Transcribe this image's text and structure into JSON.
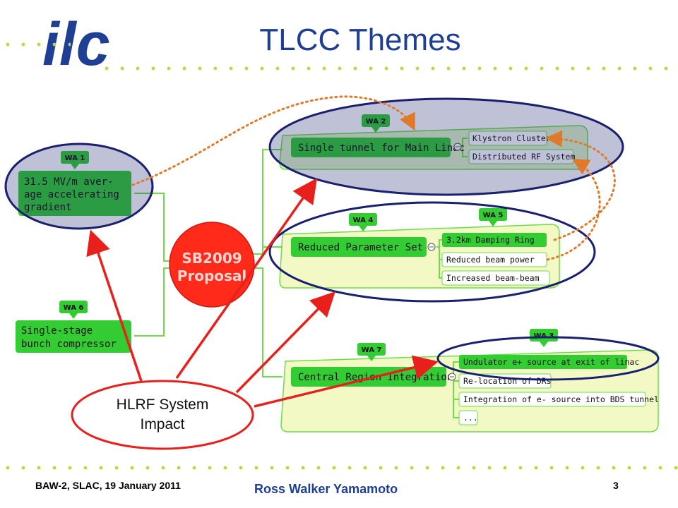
{
  "slide": {
    "title": "TLCC Themes",
    "logo_text": "ilc",
    "footer_left": "BAW-2, SLAC, 19 January 2011",
    "footer_center": "Ross Walker Yamamoto",
    "page_number": "3"
  },
  "center_node": {
    "line1": "SB2009",
    "line2": "Proposal"
  },
  "work_areas": {
    "wa1": "WA 1",
    "wa2": "WA 2",
    "wa3": "WA 3",
    "wa4": "WA 4",
    "wa5": "WA 5",
    "wa6": "WA 6",
    "wa7": "WA 7"
  },
  "left_nodes": {
    "gradient": [
      "31.5 MV/m aver-",
      "age accelerating",
      "gradient"
    ],
    "compressor": [
      "Single-stage",
      "bunch compressor"
    ]
  },
  "branches": {
    "tunnel": {
      "label": "Single tunnel for Main Linac",
      "items": [
        "Klystron Cluster",
        "Distributed RF System"
      ]
    },
    "params": {
      "label": "Reduced Parameter Set",
      "items": [
        "3.2km Damping Ring",
        "Reduced beam power",
        "Increased beam-beam"
      ]
    },
    "central": {
      "label": "Central Region Integration",
      "items": [
        "Undulator e+ source at exit of linac",
        "Re-location of DRs",
        "Integration of e- source into BDS tunnel",
        "..."
      ]
    }
  },
  "callout": {
    "line1": "HLRF System",
    "line2": "Impact"
  },
  "colors": {
    "title_blue": "#1f3f95",
    "node_green": "#33cc33",
    "center_red": "#ff2a1a",
    "arrow_red": "#e8201c",
    "ellipse_navy": "#1a1f6e",
    "dotted_orange": "#e07a2a",
    "dot_green": "#bcd83a"
  }
}
